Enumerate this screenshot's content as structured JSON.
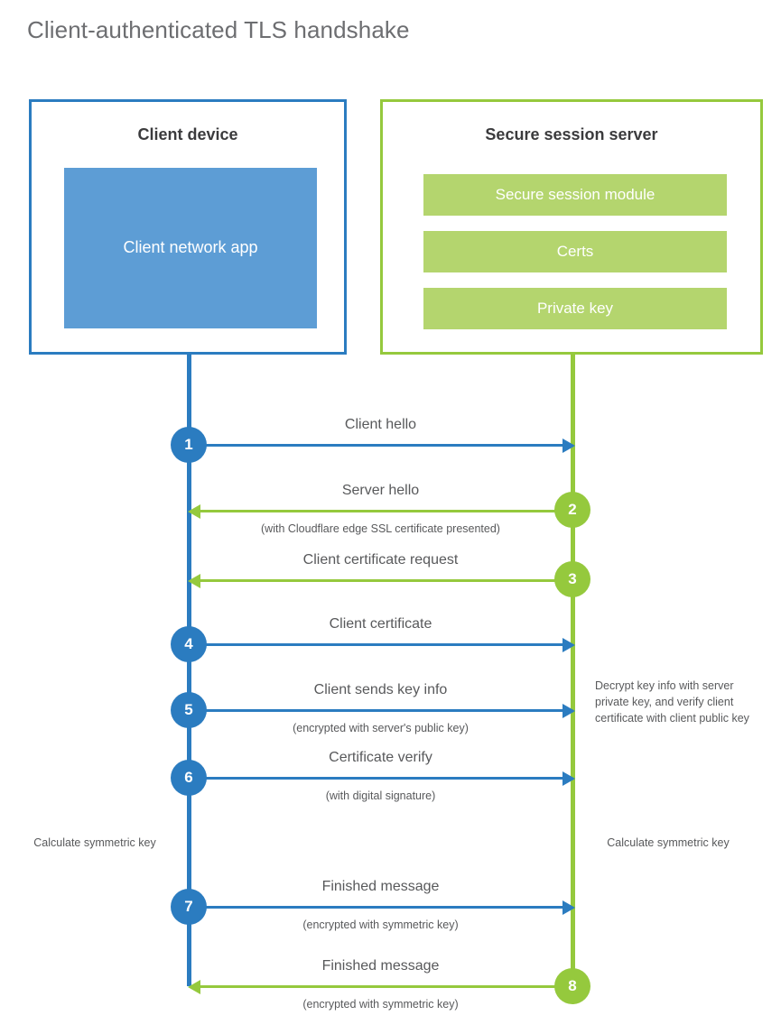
{
  "diagram": {
    "title": "Client-authenticated TLS handshake",
    "colors": {
      "blue": "#2b7cc0",
      "blue_fill": "#5d9dd5",
      "green": "#95c93d",
      "green_fill": "#b4d56e",
      "text": "#58595b",
      "title_text": "#6d6e71"
    }
  },
  "client_panel": {
    "title": "Client device",
    "app_label": "Client network app"
  },
  "server_panel": {
    "title": "Secure session server",
    "bars": [
      "Secure session module",
      "Certs",
      "Private key"
    ]
  },
  "steps": [
    {
      "number": "1",
      "direction": "client-to-server",
      "label": "Client hello",
      "sublabel": ""
    },
    {
      "number": "2",
      "direction": "server-to-client",
      "label": "Server hello",
      "sublabel": "(with Cloudflare edge SSL certificate presented)"
    },
    {
      "number": "3",
      "direction": "server-to-client",
      "label": "Client certificate request",
      "sublabel": ""
    },
    {
      "number": "4",
      "direction": "client-to-server",
      "label": "Client certificate",
      "sublabel": ""
    },
    {
      "number": "5",
      "direction": "client-to-server",
      "label": "Client sends key info",
      "sublabel": "(encrypted with server's public key)"
    },
    {
      "number": "6",
      "direction": "client-to-server",
      "label": "Certificate verify",
      "sublabel": "(with digital signature)"
    },
    {
      "number": "7",
      "direction": "client-to-server",
      "label": "Finished message",
      "sublabel": "(encrypted with symmetric key)"
    },
    {
      "number": "8",
      "direction": "server-to-client",
      "label": "Finished message",
      "sublabel": "(encrypted with symmetric key)"
    }
  ],
  "notes": {
    "server_decrypt": "Decrypt key info with server private key, and verify client certificate with client public key",
    "client_calculate": "Calculate symmetric key",
    "server_calculate": "Calculate symmetric key"
  }
}
